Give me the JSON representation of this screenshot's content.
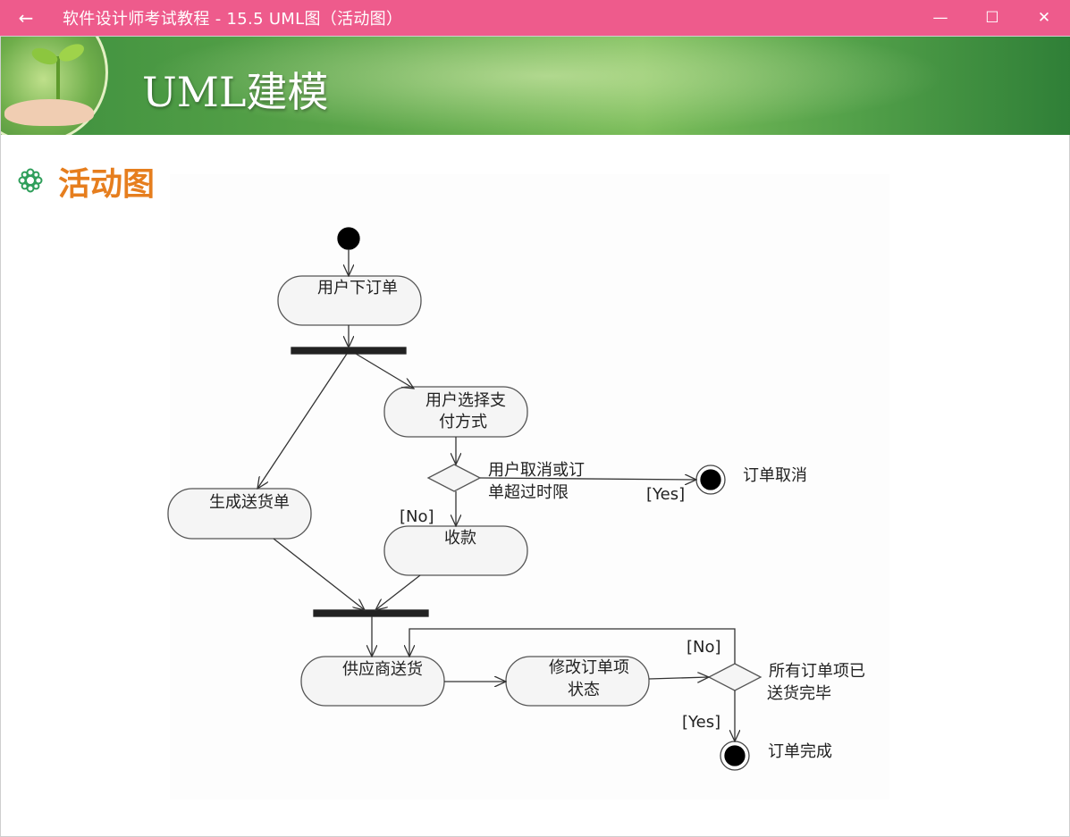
{
  "window": {
    "title": "软件设计师考试教程 - 15.5  UML图（活动图）",
    "back_icon": "←",
    "minimize_icon": "—",
    "maximize_icon": "☐",
    "close_icon": "✕"
  },
  "banner": {
    "title": "UML建模"
  },
  "section": {
    "title": "活动图"
  },
  "diagram": {
    "activities": {
      "place_order": "用户下订单",
      "choose_payment_1": "用户选择支",
      "choose_payment_2": "付方式",
      "delivery_note": "生成送货单",
      "collect_payment": "收款",
      "supplier_ship": "供应商送货",
      "update_status_1": "修改订单项",
      "update_status_2": "状态"
    },
    "decisions": {
      "cancel_cond_1": "用户取消或订",
      "cancel_cond_2": "单超过时限",
      "done_cond_1": "所有订单项已",
      "done_cond_2": "送货完毕"
    },
    "guards": {
      "yes_cancel": "[Yes]",
      "no_cancel": "[No]",
      "no_done": "[No]",
      "yes_done": "[Yes]"
    },
    "finals": {
      "cancelled": "订单取消",
      "completed": "订单完成"
    }
  }
}
